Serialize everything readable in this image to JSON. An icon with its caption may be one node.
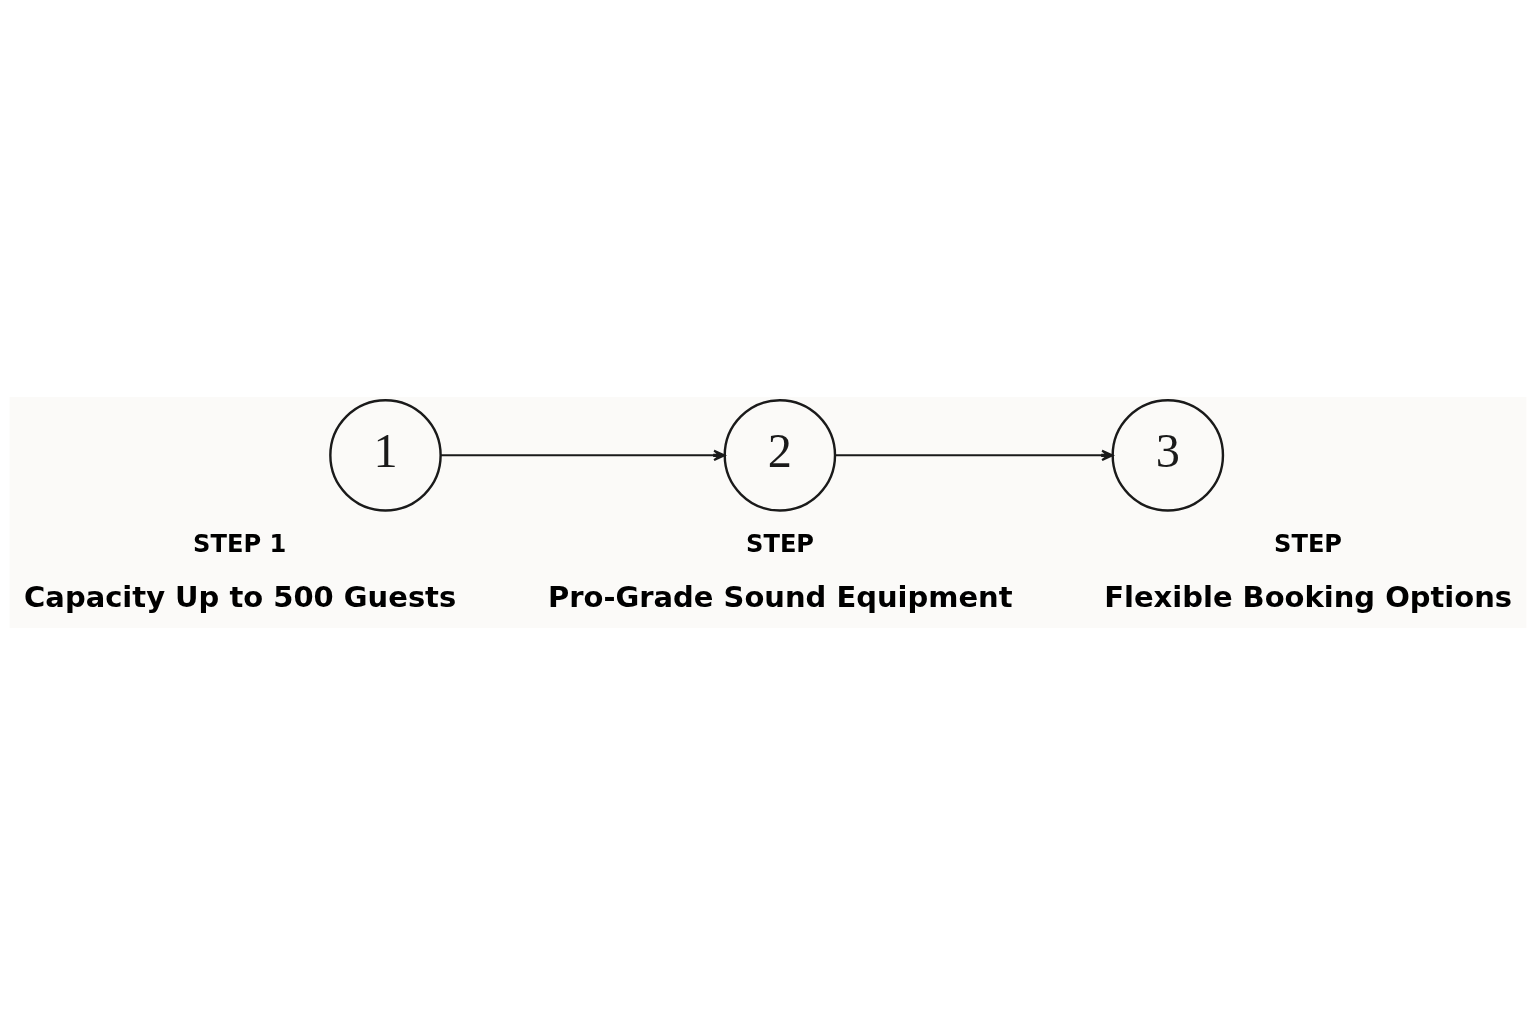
{
  "diagram": {
    "nodes": [
      {
        "text": [
          "1"
        ],
        "beside": [
          "STEP 1",
          "Capacity Up to 500 Guests"
        ]
      },
      {
        "text": [
          "2"
        ],
        "beside": [
          "STEP",
          "Pro-Grade Sound Equipment"
        ]
      },
      {
        "text": [
          "3"
        ],
        "beside": [
          "STEP",
          "Flexible Booking Options"
        ]
      }
    ],
    "edges": [
      {
        "from": 0,
        "to": 1,
        "arrow": "to"
      },
      {
        "from": 1,
        "to": 2,
        "arrow": "to"
      }
    ]
  }
}
